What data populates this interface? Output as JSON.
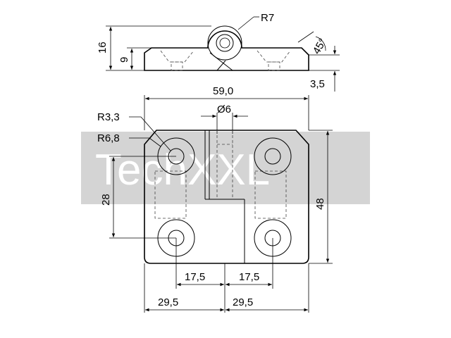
{
  "dimensions": {
    "radius_pin": "R7",
    "height_total": "16",
    "height_leaf": "9",
    "chamfer_angle": "45°",
    "chamfer_size": "3,5",
    "width_total": "59,0",
    "pin_diameter": "Ø6",
    "radius_hole": "R3,3",
    "radius_counterbore": "R6,8",
    "hole_vertical_spacing": "28",
    "height_leaf_plan": "48",
    "hole_offset_left": "17,5",
    "hole_offset_right": "17,5",
    "half_width_left": "29,5",
    "half_width_right": "29,5"
  },
  "watermark": {
    "text": "TechXXL"
  },
  "colors": {
    "line": "#000000",
    "watermark_band": "#d4d4d4",
    "background": "#ffffff"
  }
}
